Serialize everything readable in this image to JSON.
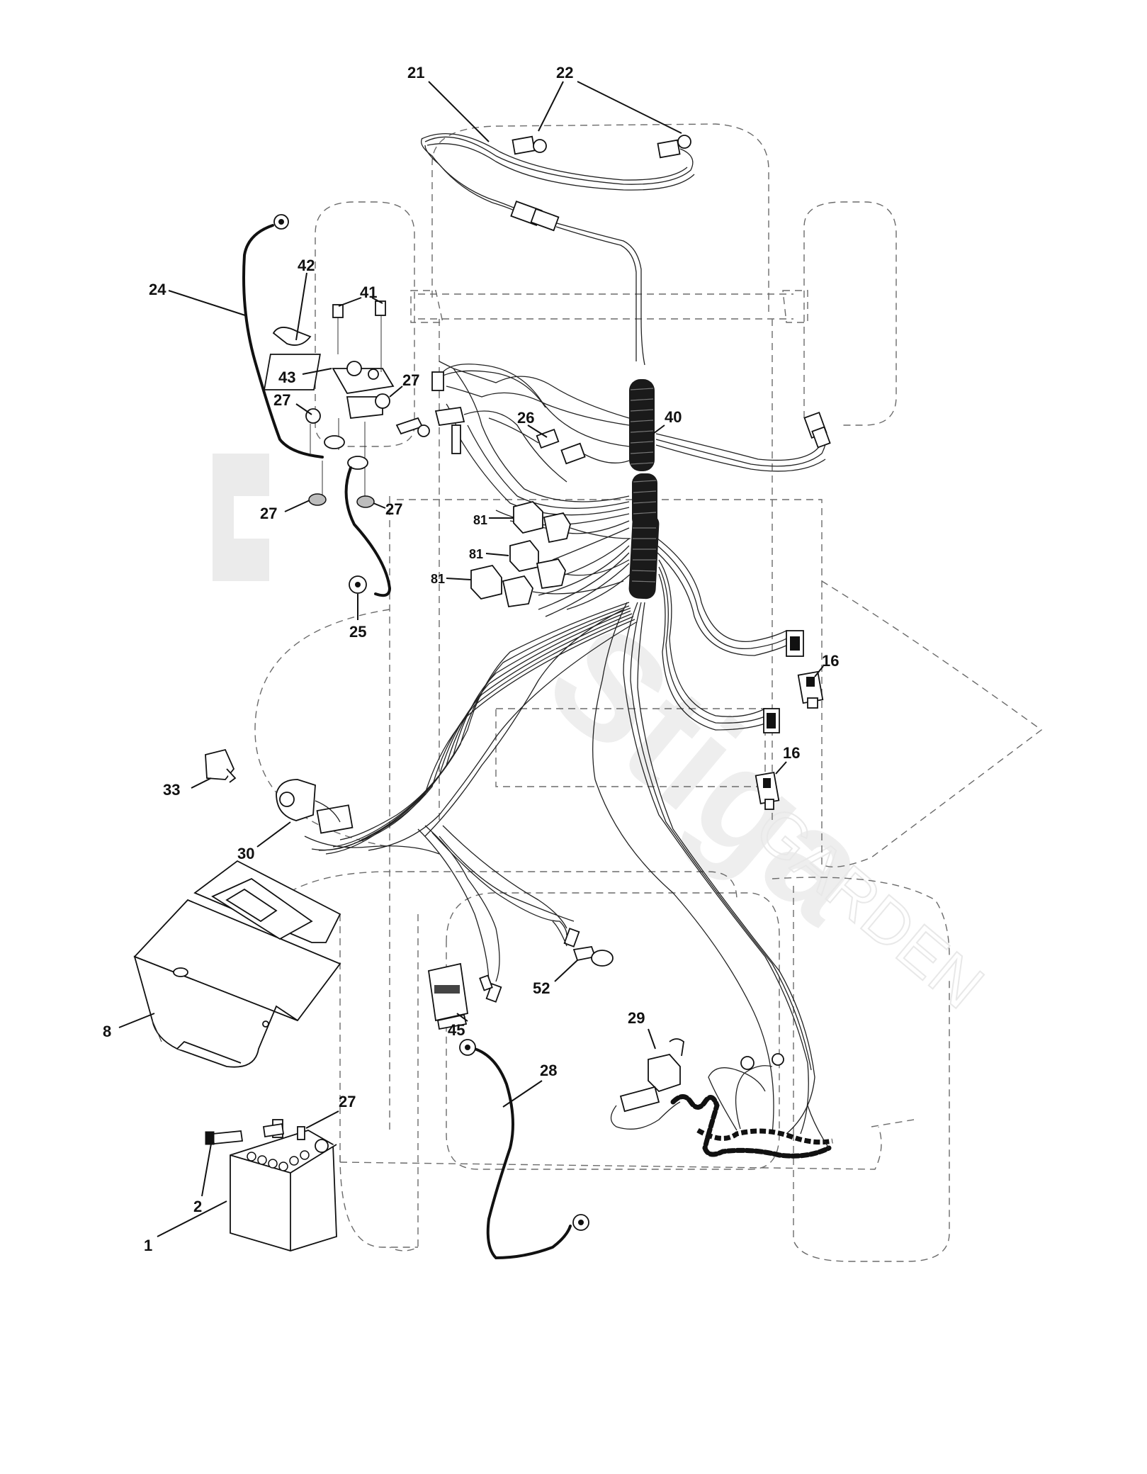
{
  "diagram": {
    "watermark": {
      "brand": "Stiga",
      "sub": "GARDEN"
    },
    "callouts": [
      {
        "id": "c21",
        "text": "21"
      },
      {
        "id": "c22",
        "text": "22"
      },
      {
        "id": "c24",
        "text": "24"
      },
      {
        "id": "c42",
        "text": "42"
      },
      {
        "id": "c41",
        "text": "41"
      },
      {
        "id": "c43",
        "text": "43"
      },
      {
        "id": "c27a",
        "text": "27"
      },
      {
        "id": "c27b",
        "text": "27"
      },
      {
        "id": "c27c",
        "text": "27"
      },
      {
        "id": "c27d",
        "text": "27"
      },
      {
        "id": "c26",
        "text": "26"
      },
      {
        "id": "c40",
        "text": "40"
      },
      {
        "id": "c81a",
        "text": "81"
      },
      {
        "id": "c81b",
        "text": "81"
      },
      {
        "id": "c81c",
        "text": "81"
      },
      {
        "id": "c25",
        "text": "25"
      },
      {
        "id": "c16a",
        "text": "16"
      },
      {
        "id": "c16b",
        "text": "16"
      },
      {
        "id": "c33",
        "text": "33"
      },
      {
        "id": "c30",
        "text": "30"
      },
      {
        "id": "c8",
        "text": "8"
      },
      {
        "id": "c45",
        "text": "45"
      },
      {
        "id": "c52",
        "text": "52"
      },
      {
        "id": "c29",
        "text": "29"
      },
      {
        "id": "c28",
        "text": "28"
      },
      {
        "id": "c27e",
        "text": "27"
      },
      {
        "id": "c2",
        "text": "2"
      },
      {
        "id": "c1",
        "text": "1"
      }
    ]
  }
}
